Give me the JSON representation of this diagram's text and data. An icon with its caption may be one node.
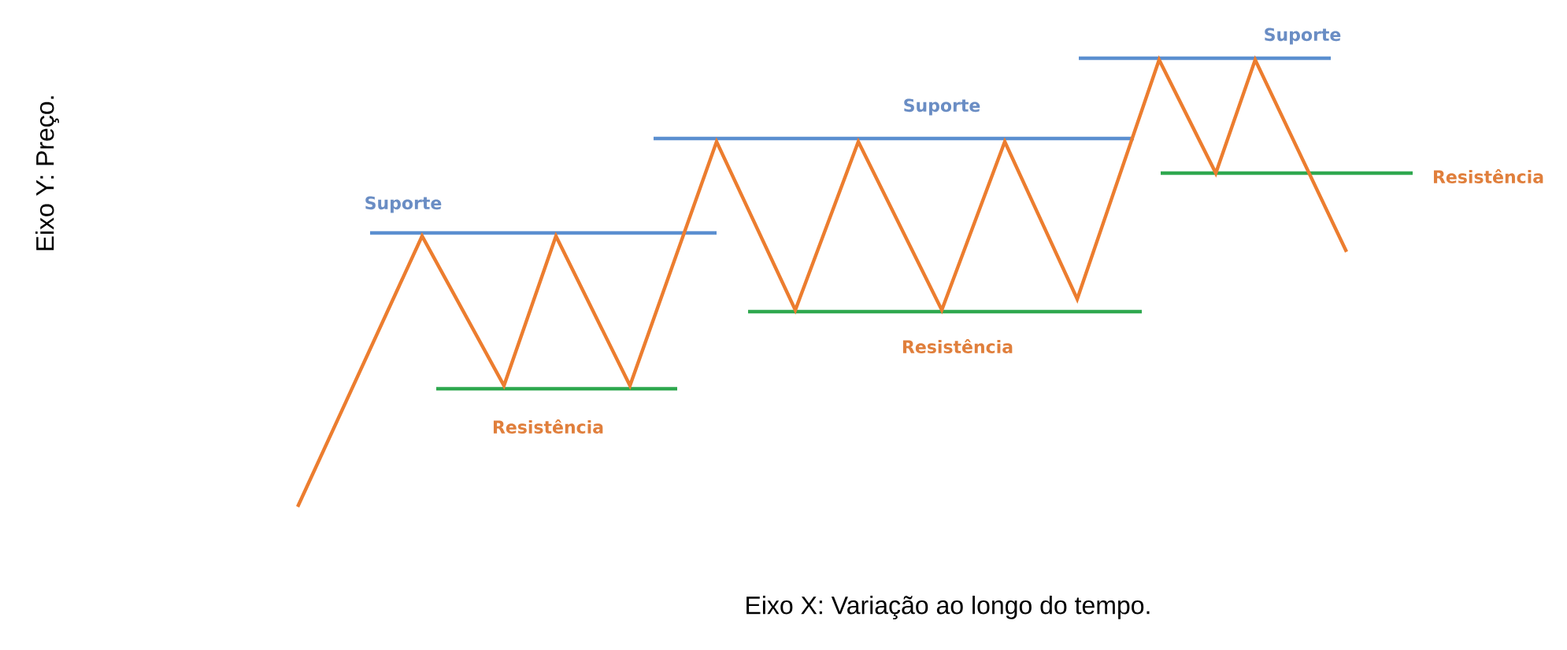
{
  "diagram": {
    "labels": [
      "Suporte",
      "Resistência",
      "Suporte",
      "Resistência",
      "Suporte",
      "Resistência",
      "Eixo Y: Preço.",
      "Eixo X: Variação ao longo do tempo."
    ]
  }
}
